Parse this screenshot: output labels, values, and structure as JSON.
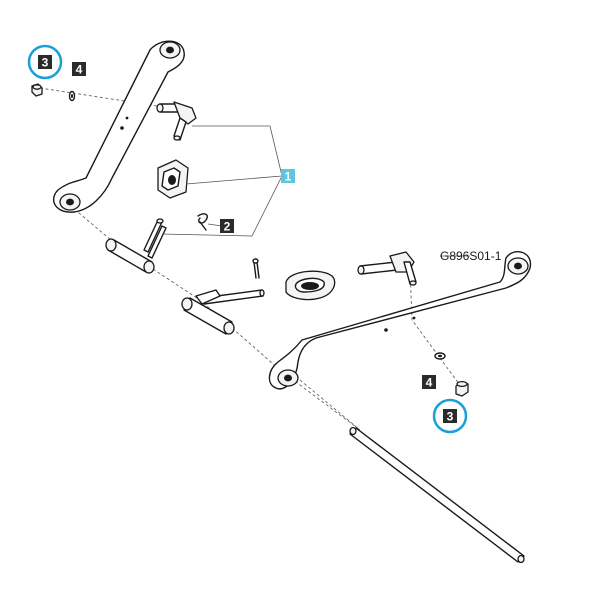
{
  "drawing_code": "G896S01-1",
  "callouts": [
    {
      "id": "callout-3-top",
      "label": "3",
      "highlighted": true
    },
    {
      "id": "callout-4-top",
      "label": "4",
      "highlighted": false
    },
    {
      "id": "callout-1",
      "label": "1",
      "highlighted": false
    },
    {
      "id": "callout-2",
      "label": "2",
      "highlighted": false
    },
    {
      "id": "callout-4-bottom",
      "label": "4",
      "highlighted": false
    },
    {
      "id": "callout-3-bottom",
      "label": "3",
      "highlighted": true
    }
  ],
  "colors": {
    "callout_box": "#2b2b2b",
    "callout_box_main": "#5ec5e0",
    "highlight_ring": "#1aa0d8",
    "line": "#1a1a1a"
  }
}
